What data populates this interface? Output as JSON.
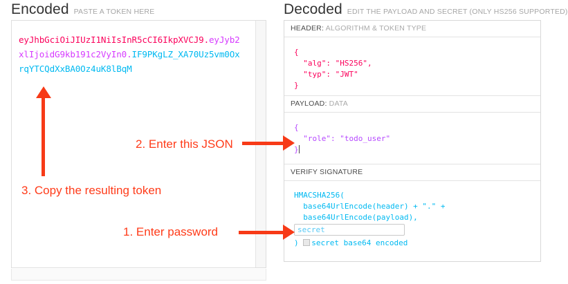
{
  "encoded": {
    "title": "Encoded",
    "subtitle": "PASTE A TOKEN HERE",
    "token": {
      "header_b64": "eyJhbGciOiJIUzI1NiIsInR5cCI6IkpXVCJ9",
      "dot1": ".",
      "payload_b64": "eyJyb2xlIjoidG9kb191c2VyIn0",
      "dot2": ".",
      "signature_b64": "IF9PKgLZ_XA70Uz5vm0OxrqYTCQdXxBA0Oz4uK8lBqM",
      "full": "eyJhbGciOiJIUzI1NiIsInR5cCI6IkpXVCJ9.eyJyb2xlIjoidG9kb191c2VyIn0.IF9PKgLZ_XA70Uz5vm0OxrqYTCQdXxBA0Oz4uK8lBqM"
    },
    "colors": {
      "header_segment": "#fb015b",
      "payload_segment": "#d63aff",
      "signature_segment": "#00b9f1"
    }
  },
  "decoded": {
    "title": "Decoded",
    "subtitle": "EDIT THE PAYLOAD AND SECRET (ONLY HS256 SUPPORTED)",
    "header_section": {
      "label_key": "HEADER:",
      "label_desc": " ALGORITHM & TOKEN TYPE",
      "json": "{\n  \"alg\": \"HS256\",\n  \"typ\": \"JWT\"\n}"
    },
    "payload_section": {
      "label_key": "PAYLOAD:",
      "label_desc": " DATA",
      "json": "{\n  \"role\": \"todo_user\"\n}"
    },
    "signature_section": {
      "label_key": "VERIFY SIGNATURE",
      "label_desc": "",
      "line1": "HMACSHA256(",
      "line2": "  base64UrlEncode(header) + \".\" +",
      "line3": "  base64UrlEncode(payload),",
      "secret_value": "secret",
      "close_paren": ")",
      "base64_label": "secret base64 encoded",
      "base64_checked": false
    }
  },
  "annotations": {
    "step1": "1. Enter password",
    "step2": "2. Enter this JSON",
    "step3": "3. Copy the resulting token",
    "color": "#ff3b19"
  }
}
